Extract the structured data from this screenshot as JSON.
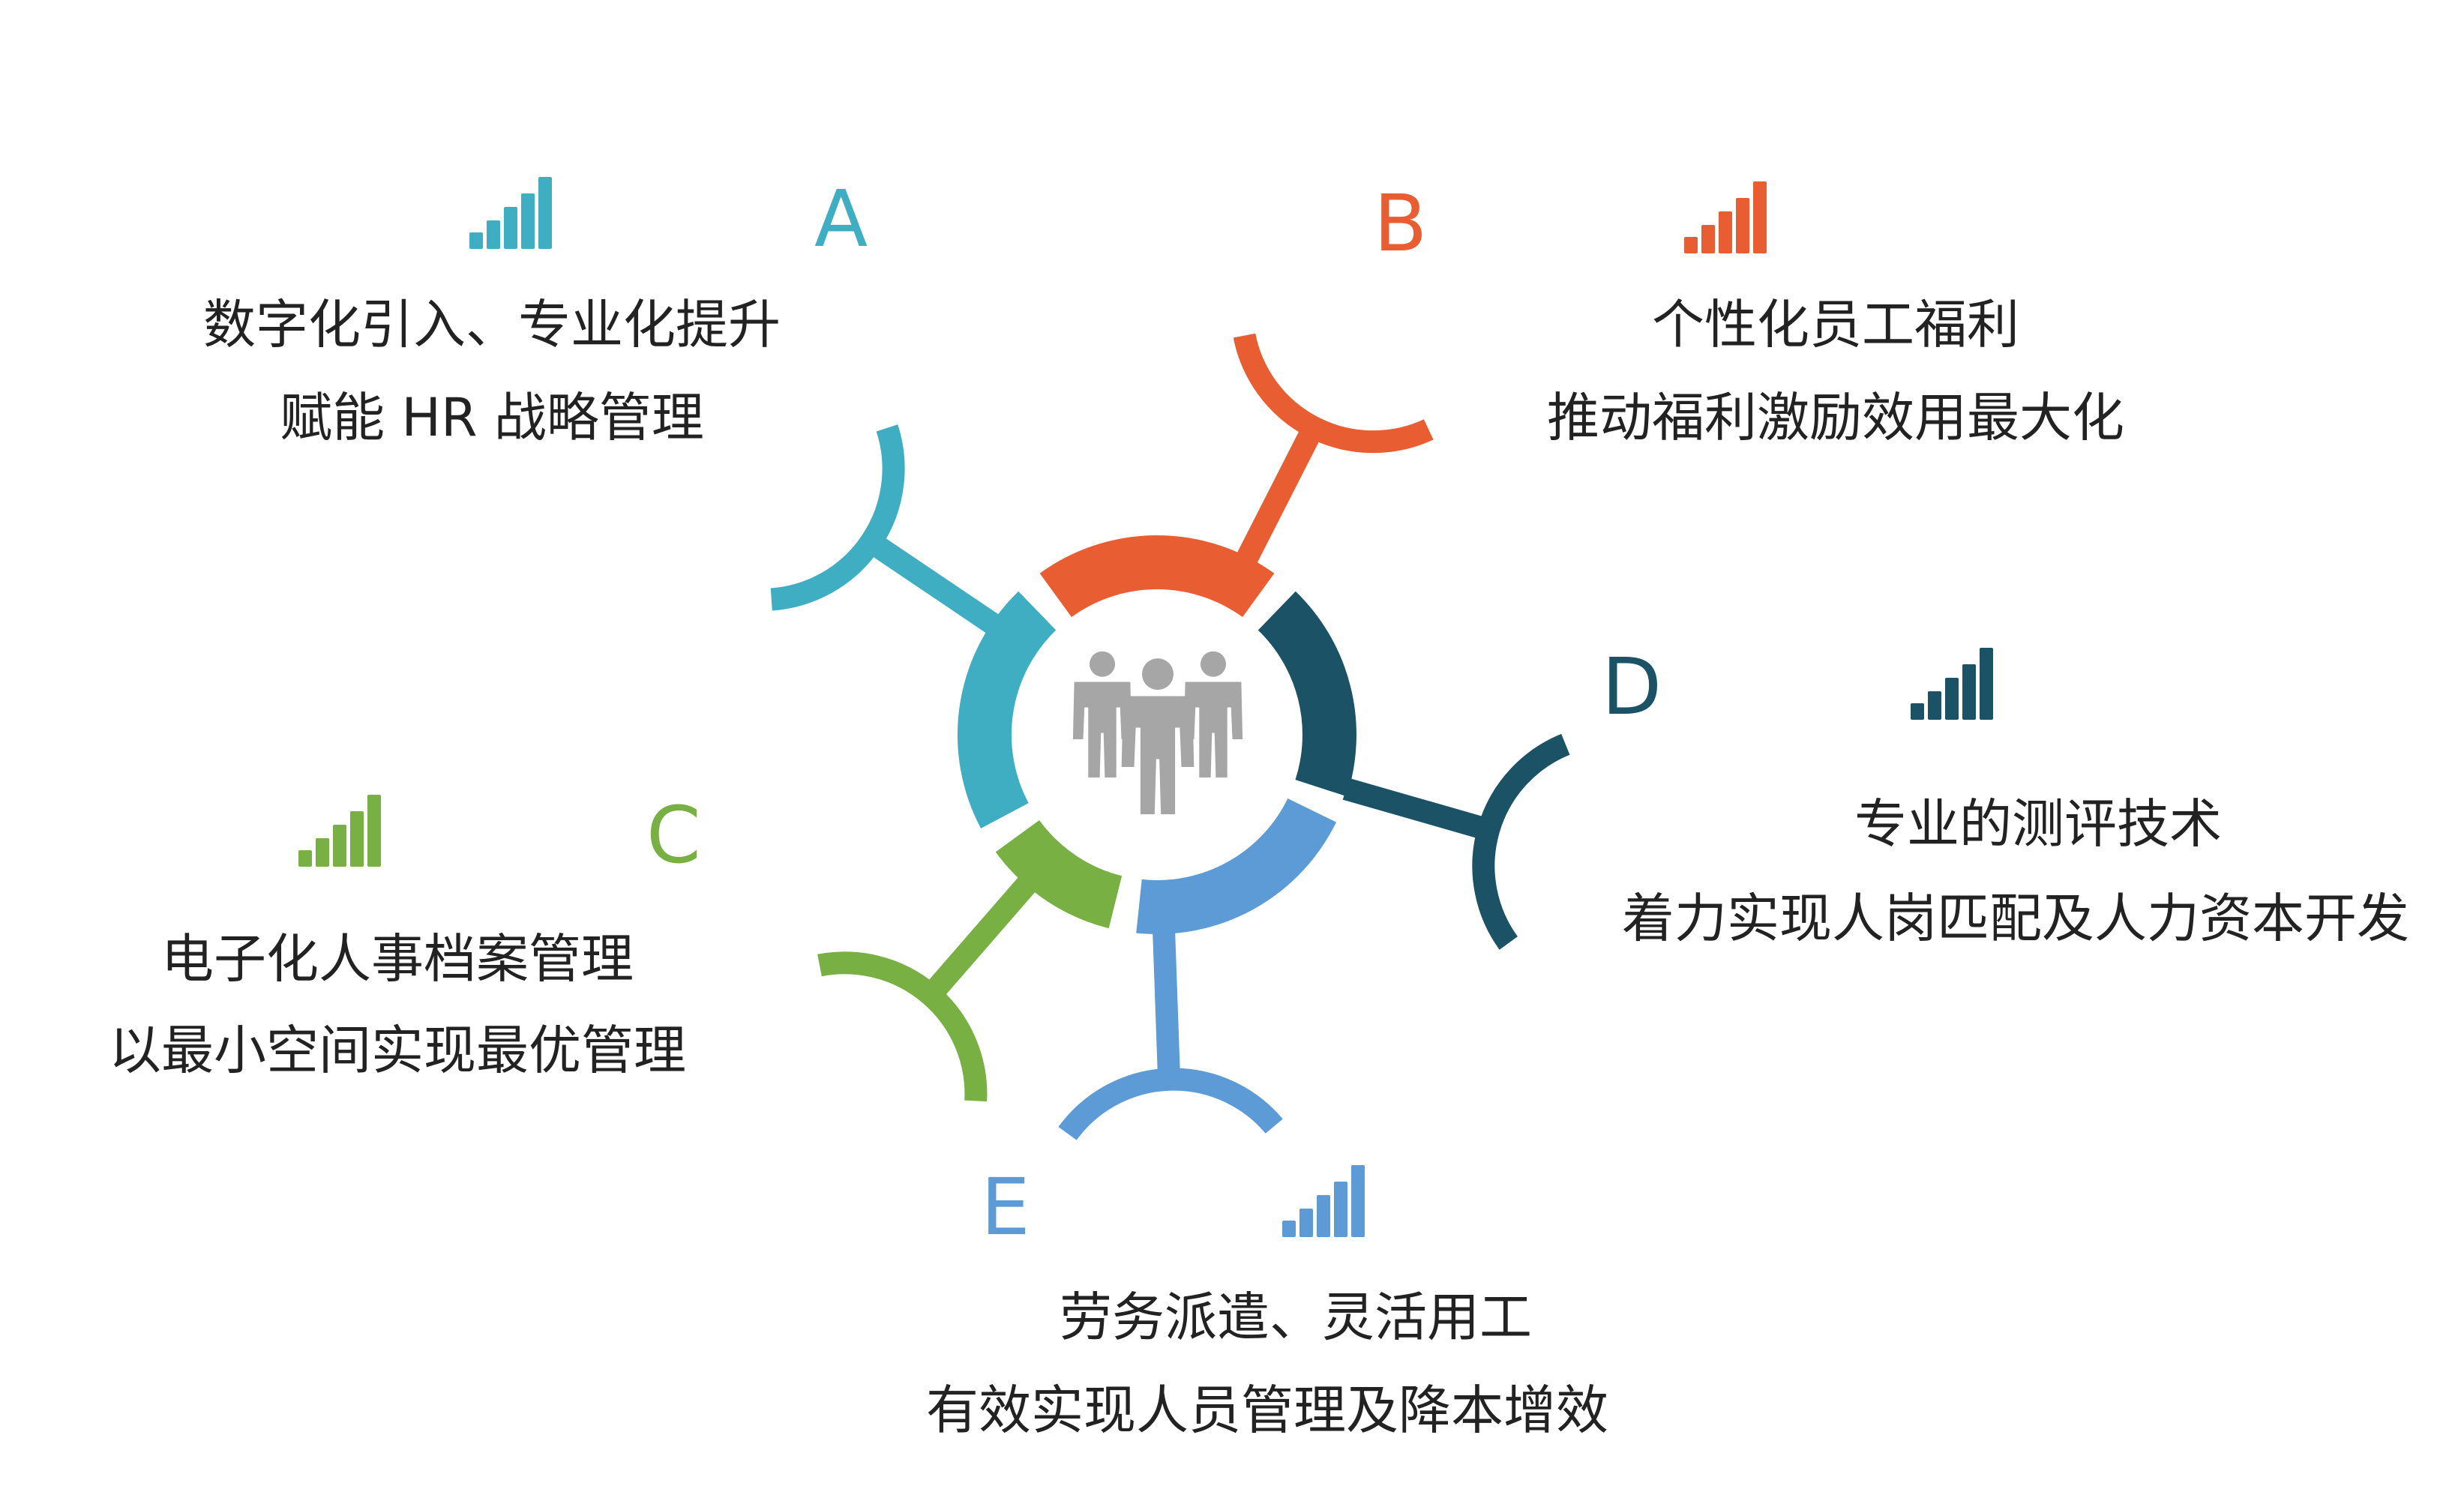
{
  "colors": {
    "A": "#3fadc2",
    "B": "#e85d31",
    "C": "#78b043",
    "D": "#1b5266",
    "E": "#5c9bd5",
    "people": "#a6a6a6",
    "text": "#222222"
  },
  "items": [
    {
      "letter": "A",
      "line1": "数字化引入、专业化提升",
      "line2": "赋能 HR 战略管理",
      "icon": "signal-bars-icon"
    },
    {
      "letter": "B",
      "line1": "个性化员工福利",
      "line2": "推动福利激励效用最大化",
      "icon": "signal-bars-icon"
    },
    {
      "letter": "C",
      "line1": "电子化人事档案管理",
      "line2": "以最小空间实现最优管理",
      "icon": "signal-bars-icon"
    },
    {
      "letter": "D",
      "line1": "专业的测评技术",
      "line2": "着力实现人岗匹配及人力资本开发",
      "icon": "signal-bars-icon"
    },
    {
      "letter": "E",
      "line1": "劳务派遣、灵活用工",
      "line2": "有效实现人员管理及降本增效",
      "icon": "signal-bars-icon"
    }
  ],
  "center_icon": "people-group-icon"
}
